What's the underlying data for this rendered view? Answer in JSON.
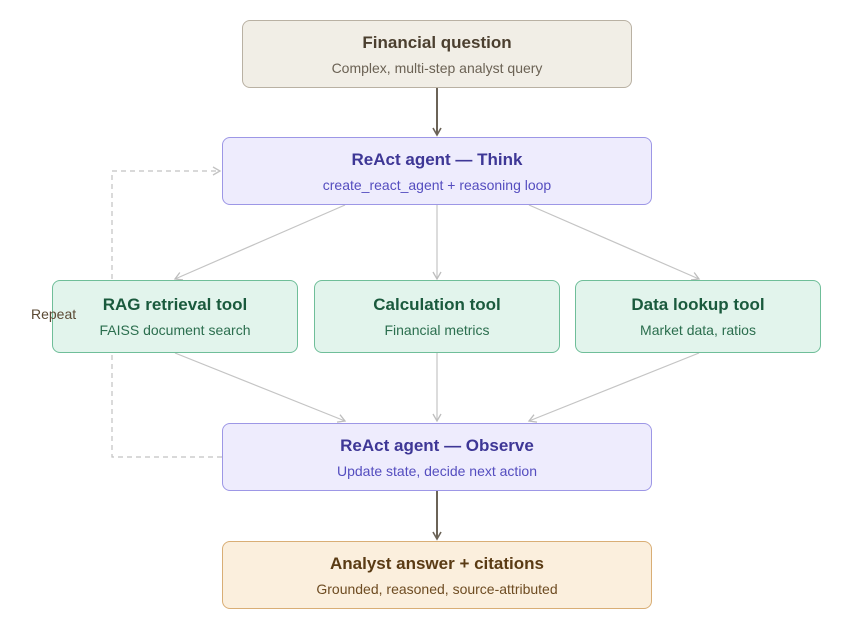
{
  "nodes": {
    "question": {
      "title": "Financial question",
      "subtitle": "Complex, multi-step analyst query"
    },
    "think": {
      "title": "ReAct agent — Think",
      "subtitle": "create_react_agent + reasoning loop"
    },
    "rag_tool": {
      "title": "RAG retrieval tool",
      "subtitle": "FAISS document search"
    },
    "calc_tool": {
      "title": "Calculation tool",
      "subtitle": "Financial metrics"
    },
    "data_tool": {
      "title": "Data lookup tool",
      "subtitle": "Market data, ratios"
    },
    "observe": {
      "title": "ReAct agent — Observe",
      "subtitle": "Update state, decide next action"
    },
    "answer": {
      "title": "Analyst answer + citations",
      "subtitle": "Grounded, reasoned, source-attributed"
    }
  },
  "loop_label": "Repeat",
  "colors": {
    "question_fill": "#f1eee6",
    "agent_fill": "#eeecfd",
    "tool_fill": "#e2f4ec",
    "answer_fill": "#fbefdd",
    "main_arrow": "#6b6357",
    "thin_arrow": "#c4c4c4",
    "loop_dashed": "#c2c2c2"
  }
}
